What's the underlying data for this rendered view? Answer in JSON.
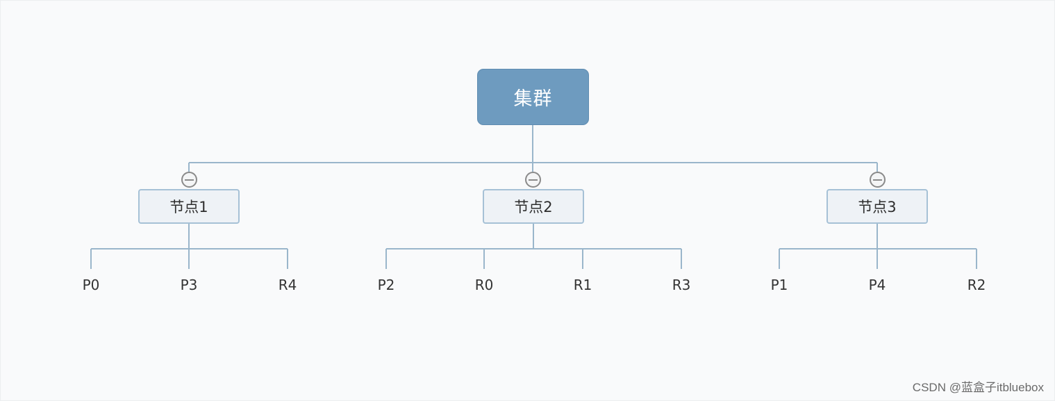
{
  "diagram": {
    "root": {
      "label": "集群",
      "color": "#6e9bbf"
    },
    "nodes": [
      {
        "label": "节点1",
        "children": [
          "P0",
          "P3",
          "R4"
        ]
      },
      {
        "label": "节点2",
        "children": [
          "P2",
          "R0",
          "R1",
          "R3"
        ]
      },
      {
        "label": "节点3",
        "children": [
          "P1",
          "P4",
          "R2"
        ]
      }
    ],
    "line_color": "#9ab6cb",
    "collapse_icon": "minus-circle-icon"
  },
  "watermark": "CSDN @蓝盒子itbluebox"
}
